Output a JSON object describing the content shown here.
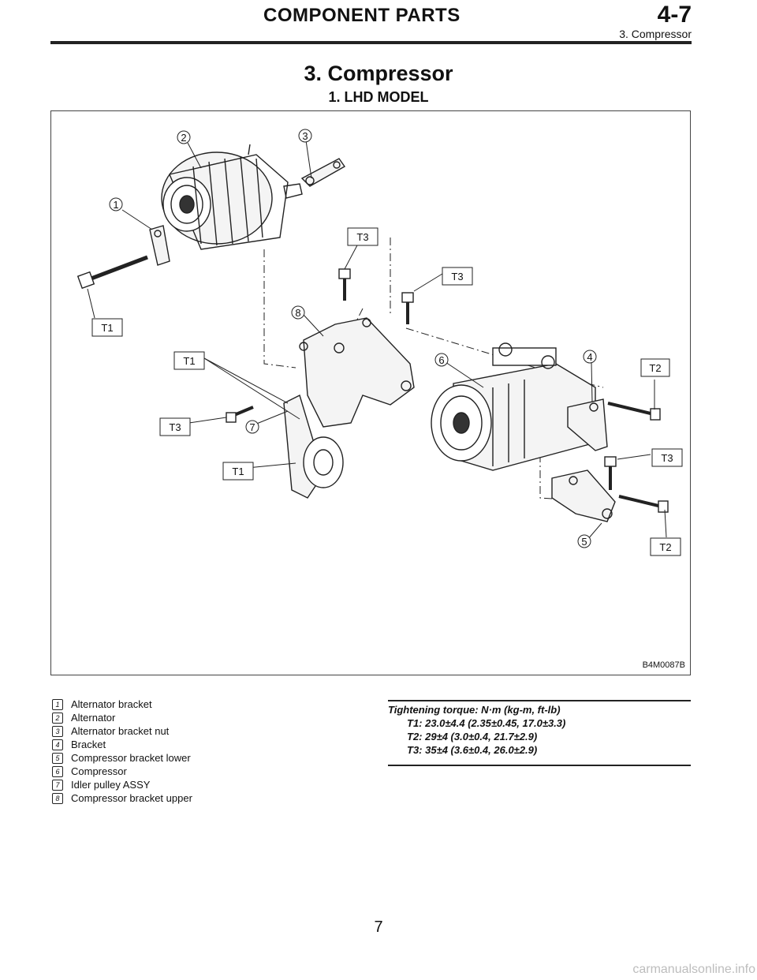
{
  "header": {
    "section": "COMPONENT PARTS",
    "code": "4-7",
    "sub": "3. Compressor"
  },
  "title": "3. Compressor",
  "subtitle": "1. LHD MODEL",
  "figure": {
    "code": "B4M0087B",
    "callouts": [
      "1",
      "2",
      "3",
      "4",
      "5",
      "6",
      "7",
      "8"
    ],
    "torque_tags": [
      "T1",
      "T1",
      "T1",
      "T2",
      "T2",
      "T3",
      "T3",
      "T3",
      "T3"
    ]
  },
  "parts": [
    {
      "num": "1",
      "label": "Alternator bracket"
    },
    {
      "num": "2",
      "label": "Alternator"
    },
    {
      "num": "3",
      "label": "Alternator bracket nut"
    },
    {
      "num": "4",
      "label": "Bracket"
    },
    {
      "num": "5",
      "label": "Compressor bracket lower"
    },
    {
      "num": "6",
      "label": "Compressor"
    },
    {
      "num": "7",
      "label": "Idler pulley ASSY"
    },
    {
      "num": "8",
      "label": "Compressor bracket upper"
    }
  ],
  "torque": {
    "heading": "Tightening torque: N·m (kg-m, ft-lb)",
    "lines": [
      "T1: 23.0±4.4 (2.35±0.45, 17.0±3.3)",
      "T2: 29±4 (3.0±0.4, 21.7±2.9)",
      "T3: 35±4 (3.6±0.4, 26.0±2.9)"
    ]
  },
  "page_number": "7",
  "watermark": "carmanualsonline.info"
}
